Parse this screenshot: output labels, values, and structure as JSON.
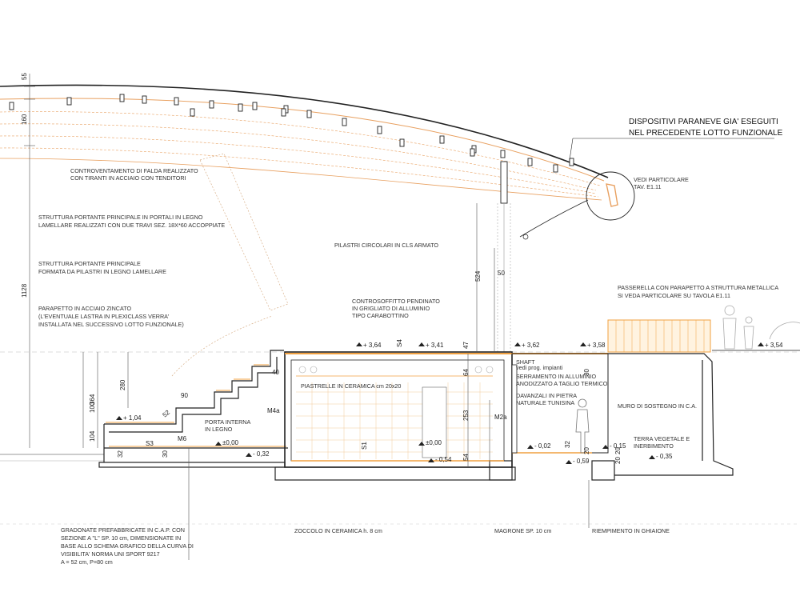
{
  "colors": {
    "wood": "#e8a060",
    "line": "#222222",
    "accent": "#f0a040",
    "ground": "#9a9a9a"
  },
  "labels": {
    "dispositivi_1": "DISPOSITIVI PARANEVE GIA' ESEGUITI",
    "dispositivi_2": "NEL PRECEDENTE LOTTO FUNZIONALE",
    "vedi_1": "VEDI PARTICOLARE",
    "vedi_2": "TAV. E1.11",
    "contro_1": "CONTROVENTAMENTO DI FALDA REALIZZATO",
    "contro_2": "CON TIRANTI IN ACCIAIO CON TENDITORI",
    "strutt_1": "STRUTTURA PORTANTE PRINCIPALE IN PORTALI IN LEGNO",
    "strutt_2": "LAMELLARE REALIZZATI CON DUE TRAVI SEZ. 18X*60 ACCOPPIATE",
    "pilastri": "PILASTRI CIRCOLARI IN CLS ARMATO",
    "strutt2_1": "STRUTTURA PORTANTE PRINCIPALE",
    "strutt2_2": "FORMATA DA PILASTRI IN LEGNO LAMELLARE",
    "parap_1": "PARAPETTO IN ACCIAIO ZINCATO",
    "parap_2": "(L'EVENTUALE LASTRA IN PLEXICLASS VERRA'",
    "parap_3": "INSTALLATA NEL SUCCESSIVO LOTTO FUNZIONALE)",
    "controsoff_1": "CONTROSOFFITTO PENDINATO",
    "controsoff_2": "IN GRIGLIATO DI ALLUMINIO",
    "controsoff_3": "TIPO CARABOTTINO",
    "passer_1": "PASSERELLA CON PARAPETTO A STRUTTURA METALLICA",
    "passer_2": "SI VEDA PARTICOLARE SU TAVOLA E1.11",
    "piastrelle": "PIASTRELLE IN CERAMICA cm 20x20",
    "serr_1": "SERRAMENTO IN ALLUMINIO",
    "serr_2": "ANODIZZATO A TAGLIO TERMICO",
    "davanz_1": "DAVANZALI IN PIETRA",
    "davanz_2": "NATURALE TUNISINA",
    "muro": "MURO DI SOSTEGNO IN C.A.",
    "porta_1": "PORTA INTERNA",
    "porta_2": "IN LEGNO",
    "terra_1": "TERRA VEGETALE E",
    "terra_2": "INERBIMENTO",
    "grad_1": "GRADONATE PREFABBRICATE IN C.A.P. CON",
    "grad_2": "SEZIONE A \"L\" SP. 10 cm, DIMENSIONATE IN",
    "grad_3": "BASE ALLO SCHEMA GRAFICO DELLA CURVA DI",
    "grad_4": "VISIBILITA' NORMA UNI SPORT 9217",
    "grad_5": "A = 52 cm, P=80 cm",
    "zoccolo": "ZOCCOLO IN CERAMICA h. 8 cm",
    "magrone": "MAGRONE SP. 10 cm",
    "riempimento": "RIEMPIMENTO IN GHIAIONE",
    "shaft_1": "SHAFT",
    "shaft_2": "vedi prog. impianti"
  },
  "dims": {
    "d55": "55",
    "d160": "160",
    "d1128": "1128",
    "d524": "524",
    "d50": "50",
    "d364": "364",
    "d280": "280",
    "d100": "100",
    "d104": "104",
    "d90": "90",
    "d52": "52",
    "d40": "40",
    "d30": "30",
    "d32": "32",
    "d64": "64",
    "d47": "47",
    "d253": "253",
    "d54": "54",
    "d20": "20",
    "d30b": "30",
    "d32b": "32",
    "d20b": "20",
    "d20c": "20"
  },
  "levels": {
    "l364": "+ 3,64",
    "l341": "+ 3,41",
    "l362": "+ 3,62",
    "l358": "+ 3,58",
    "l354": "+ 3,54",
    "l104": "+ 1,04",
    "l000a": "±0,00",
    "l000b": "±0,00",
    "l032": "- 0,32",
    "l054": "- 0,54",
    "l002": "- 0,02",
    "l059": "- 0,59",
    "l015": "- 0,15",
    "l035": "- 0,35"
  },
  "tags": {
    "s4": "S4",
    "s3": "S3",
    "s1": "S1",
    "m6": "M6",
    "m4a": "M4a",
    "m2a": "M2a"
  }
}
